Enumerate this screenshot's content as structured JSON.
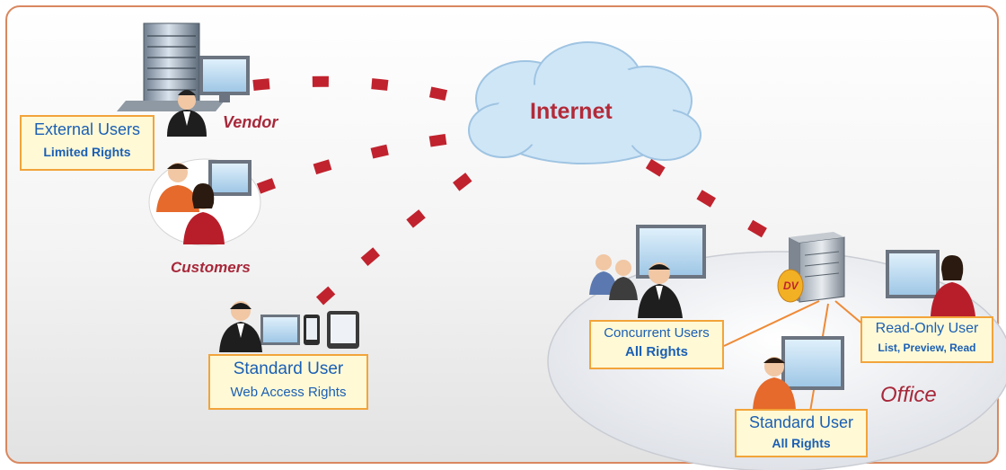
{
  "cloud": {
    "label": "Internet"
  },
  "vendor": {
    "label": "Vendor",
    "box_title": "External Users",
    "box_sub": "Limited Rights"
  },
  "customers": {
    "label": "Customers"
  },
  "standard_web": {
    "title": "Standard User",
    "sub": "Web Access Rights"
  },
  "office": {
    "label": "Office",
    "concurrent": {
      "title": "Concurrent Users",
      "sub": "All Rights"
    },
    "readonly": {
      "title": "Read-Only User",
      "sub": "List, Preview, Read"
    },
    "standard": {
      "title": "Standard User",
      "sub": "All Rights"
    },
    "server_logo": "DV"
  },
  "colors": {
    "connector": "#c0232e",
    "box_border": "#f2a43a",
    "box_fill": "#fff9d6",
    "box_text": "#1a5fb4",
    "label": "#a8283a",
    "frame_border": "#d9885f",
    "cloud": "#cfe6f7"
  },
  "icons": [
    "server-building-icon",
    "computer-monitor-icon",
    "businessman-icon",
    "user-group-icon",
    "smartphone-icon",
    "tablet-icon",
    "database-server-icon",
    "businesswoman-icon",
    "cloud-icon"
  ]
}
